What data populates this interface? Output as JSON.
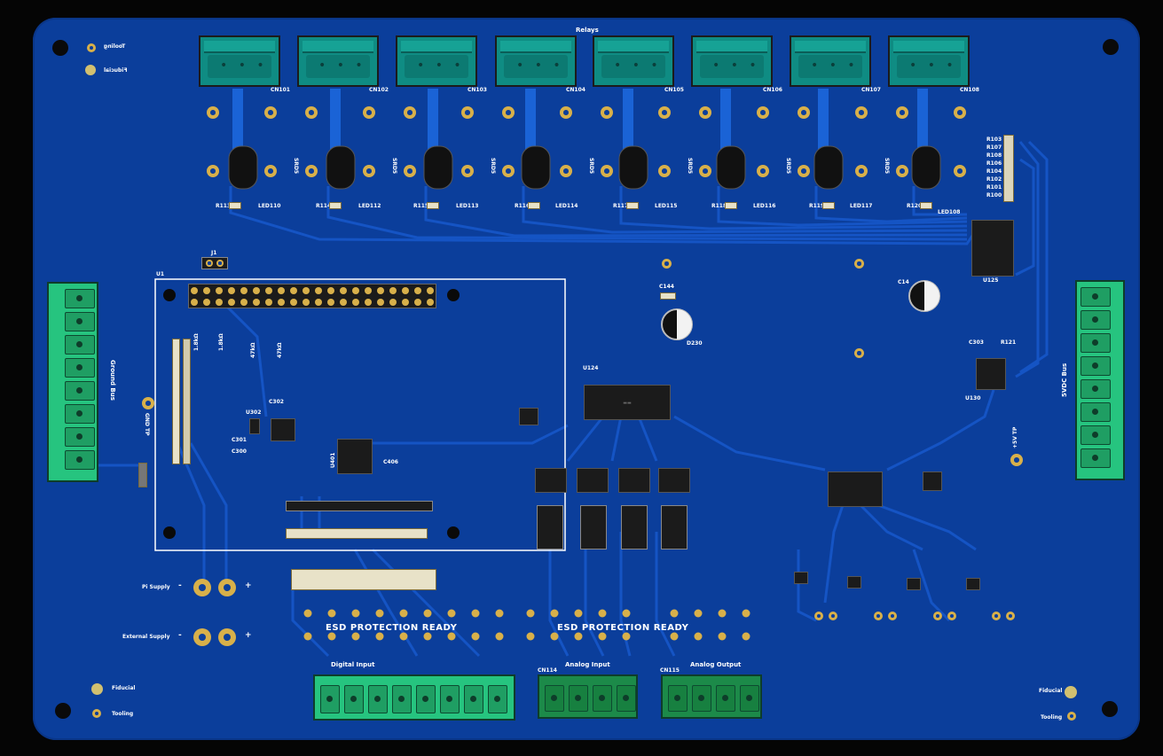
{
  "board": {
    "relays_title": "Relays",
    "relays": [
      "CN101",
      "CN102",
      "CN103",
      "CN104",
      "CN105",
      "CN106",
      "CN107",
      "CN108"
    ],
    "led_resistors": [
      "R113",
      "R114",
      "R115",
      "R116",
      "R117",
      "R118",
      "R119",
      "R120"
    ],
    "leds": [
      "LED110",
      "LED112",
      "LED113",
      "LED114",
      "LED115",
      "LED116",
      "LED117",
      "LED108"
    ],
    "relay_part_label": "SRD5",
    "resistor_column": [
      "R103",
      "R107",
      "R108",
      "R106",
      "R104",
      "R102",
      "R101",
      "R100"
    ],
    "ground_bus": "Ground Bus",
    "gnd_tp": "GND TP",
    "vdc_bus": "5VDC Bus",
    "v5_tp": "+5V TP",
    "fiducial": "Fiducial",
    "tooling": "Tooling",
    "pi_supply": "Pi Supply",
    "external_supply": "External Supply",
    "minus": "-",
    "plus": "+",
    "esd_left": "ESD PROTECTION READY",
    "esd_right": "ESD PROTECTION READY",
    "digital_input": "Digital Input",
    "analog_input": "Analog Input",
    "analog_output": "Analog Output",
    "cn_analog_in": "CN114",
    "cn_analog_out": "CN115",
    "j1": "J1",
    "u1": "U1",
    "res_labels": [
      "1.8kΩ",
      "1.8kΩ",
      "47kΩ",
      "47kΩ"
    ],
    "u124": "U124",
    "u125": "U125",
    "u130": "U130",
    "u401": "U401",
    "u302": "U302",
    "c144": "C144",
    "c14": "C14",
    "d230": "D230",
    "c302": "C302",
    "c301": "C301",
    "c300": "C300",
    "c406": "C406",
    "c303": "C303",
    "r121": "R121"
  },
  "colors": {
    "board": "#0b3e9b",
    "trace": "#1554c4",
    "silk": "#ffffff",
    "pad": "#d8b04a",
    "terminal_green": "#26c47f",
    "relay_teal": "#0f8c83"
  }
}
